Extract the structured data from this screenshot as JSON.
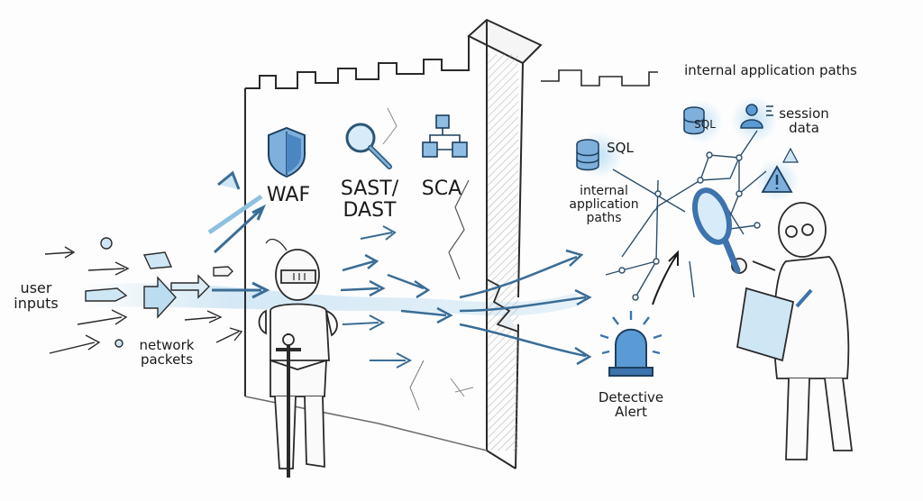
{
  "title": "Layered application security: perimeter defenses vs. internal detection",
  "left": {
    "user_inputs_label": "user\ninputs",
    "network_packets_label": "network\npackets"
  },
  "wall": {
    "tools": [
      {
        "name": "WAF",
        "icon": "shield-icon"
      },
      {
        "name": "SAST/\nDAST",
        "icon": "magnifier-icon"
      },
      {
        "name": "SCA",
        "icon": "dependency-graph-icon"
      }
    ],
    "guard": "knight-icon"
  },
  "inside": {
    "top_title": "internal application paths",
    "sql_node_1": "SQL",
    "sql_node_2": "SQL",
    "session_data": "session\ndata",
    "internal_paths": "internal\napplication\npaths",
    "alert_label": "Detective\nAlert",
    "investigator": "detective-icon"
  },
  "colors": {
    "accent_blue": "#5b9bd5",
    "light_blue": "#cfe6f5",
    "ink": "#1c1c1c",
    "pencil_gray": "#8a8a8a"
  }
}
